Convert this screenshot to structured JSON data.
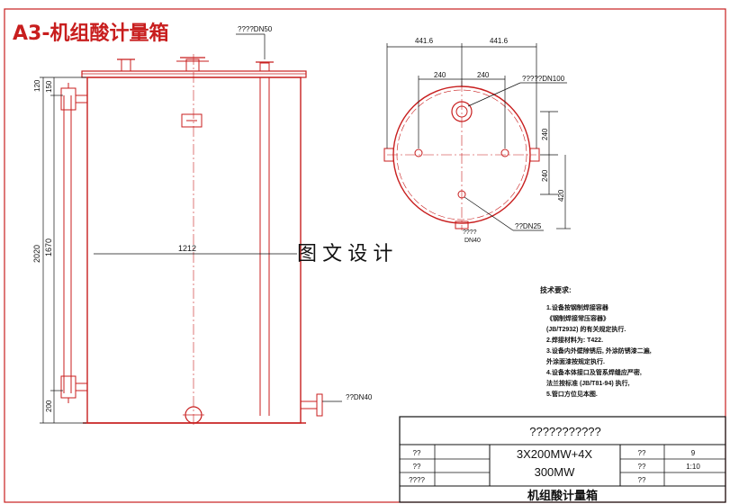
{
  "title": "A3-机组酸计量箱",
  "watermark": "图 文 设 计",
  "front_view": {
    "nozzle_top_label": "????DN50",
    "nozzle_side_label": "??DN40",
    "dim_total": "2020",
    "dim_mid": "1670",
    "dim_top": "150",
    "dim_upper": "120",
    "dim_bottom": "200",
    "dim_width": "1212"
  },
  "top_view": {
    "dim_left": "441.6",
    "dim_right": "441.6",
    "dim_inner_left": "240",
    "dim_inner_right": "240",
    "dim_v1": "240",
    "dim_v2": "240",
    "dim_v3": "420",
    "label_dn100": "?????DN100",
    "label_dn25": "??DN25",
    "label_dn40_a": "????",
    "label_dn40_b": "DN40"
  },
  "tech_notes": {
    "heading": "技术要求:",
    "lines": [
      "1.设备按钢制焊接容器",
      "《钢制焊接常压容器》",
      "(JB/T2932) 的有关规定执行.",
      "2.焊接材料为: T422.",
      "3.设备内外壁除锈后, 外涂防锈漆二遍,",
      "外涂面漆按规定执行.",
      "4.设备本体接口及管系焊缝应严密,",
      "法兰按标准 (JB/T81-94) 执行,",
      "5.管口方位见本图."
    ]
  },
  "title_block": {
    "header": "???????????",
    "spec_line1": "3X200MW+4X",
    "spec_line2": "300MW",
    "row_labels": [
      "??",
      "??",
      "????"
    ],
    "mid_labels": [
      "??",
      "??",
      "??"
    ],
    "values": [
      "9",
      "1:10",
      ""
    ],
    "drawing_name": "机组酸计量箱"
  }
}
